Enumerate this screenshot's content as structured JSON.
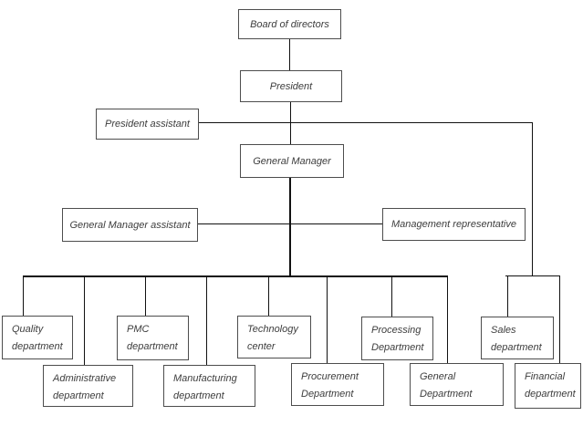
{
  "diagram": {
    "type": "org-chart",
    "colors": {
      "background": "#ffffff",
      "box_border": "#4d4d4d",
      "text": "#3d3d3d",
      "line": "#111111"
    },
    "nodes": {
      "board": {
        "label": "Board of directors"
      },
      "president": {
        "label": "President"
      },
      "president_assistant": {
        "label": "President assistant"
      },
      "general_manager": {
        "label": "General Manager"
      },
      "general_manager_assistant": {
        "label": "General Manager assistant"
      },
      "management_representative": {
        "label": "Management representative"
      },
      "quality": {
        "line1": "Quality",
        "line2": "department"
      },
      "administrative": {
        "line1": "Administrative",
        "line2": "department"
      },
      "pmc": {
        "line1": "PMC",
        "line2": "department"
      },
      "manufacturing": {
        "line1": "Manufacturing",
        "line2": "department"
      },
      "technology": {
        "line1": "Technology",
        "line2": "center"
      },
      "procurement": {
        "line1": "Procurement",
        "line2": "Department"
      },
      "processing": {
        "line1": "Processing",
        "line2": "Department"
      },
      "general_department": {
        "line1": "General",
        "line2": "Department"
      },
      "sales": {
        "line1": "Sales",
        "line2": "department"
      },
      "financial": {
        "line1": "Financial",
        "line2": "department"
      }
    },
    "edges": [
      {
        "from": "board",
        "to": "president"
      },
      {
        "from": "president",
        "to": "general_manager"
      },
      {
        "from": "president_assistant",
        "to": "president_general_manager_link"
      },
      {
        "from": "president_assistant",
        "to": "right_branch"
      },
      {
        "from": "general_manager_assistant",
        "to": "general_manager"
      },
      {
        "from": "management_representative",
        "to": "general_manager"
      },
      {
        "from": "general_manager",
        "to": "quality"
      },
      {
        "from": "general_manager",
        "to": "administrative"
      },
      {
        "from": "general_manager",
        "to": "pmc"
      },
      {
        "from": "general_manager",
        "to": "manufacturing"
      },
      {
        "from": "general_manager",
        "to": "technology"
      },
      {
        "from": "general_manager",
        "to": "procurement"
      },
      {
        "from": "general_manager",
        "to": "processing"
      },
      {
        "from": "general_manager",
        "to": "general_department"
      },
      {
        "from": "right_branch",
        "to": "sales"
      },
      {
        "from": "right_branch",
        "to": "financial"
      }
    ]
  }
}
